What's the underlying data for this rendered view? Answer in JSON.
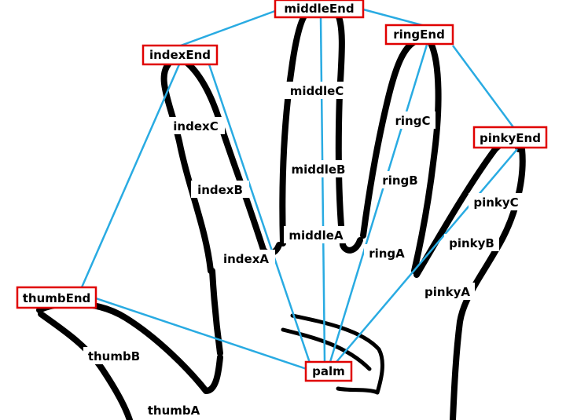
{
  "diagram": {
    "end_labels": {
      "middle_end": "middleEnd",
      "ring_end": "ringEnd",
      "index_end": "indexEnd",
      "pinky_end": "pinkyEnd",
      "thumb_end": "thumbEnd",
      "palm": "palm"
    },
    "joint_labels": {
      "middle_c": "middleC",
      "middle_b": "middleB",
      "middle_a": "middleA",
      "ring_c": "ringC",
      "ring_b": "ringB",
      "ring_a": "ringA",
      "index_c": "indexC",
      "index_b": "indexB",
      "index_a": "indexA",
      "pinky_c": "pinkyC",
      "pinky_b": "pinkyB",
      "pinky_a": "pinkyA",
      "thumb_b": "thumbB",
      "thumb_a": "thumbA"
    },
    "colors": {
      "connector": "#29abe2",
      "box_border": "#e00000",
      "outline": "#000000"
    }
  }
}
